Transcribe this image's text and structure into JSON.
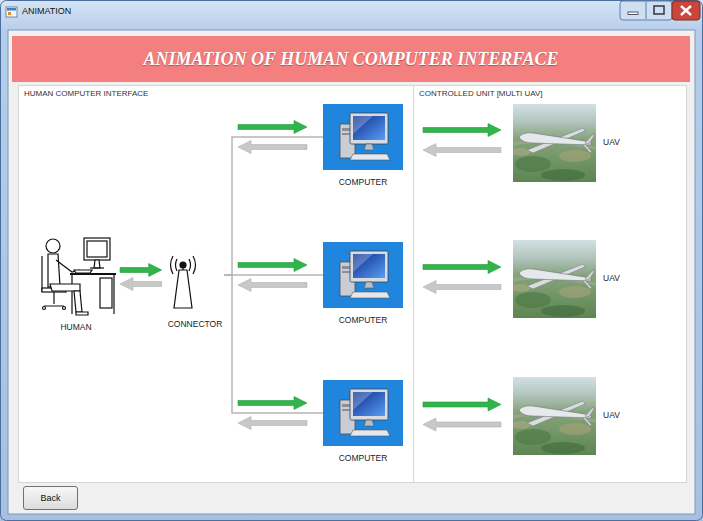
{
  "diagram": {
    "title": "ANIMATION OF HUMAN COMPUTER INTERFACE",
    "nodes": [
      {
        "text": [
          "HUMAN COMPUTER INTERFACE"
        ]
      },
      {
        "text": [
          "HUMAN"
        ],
        "in": 0
      },
      {
        "text": [
          "CONNECTOR"
        ],
        "in": 0
      },
      {
        "text": [
          "COMPUTER"
        ],
        "in": 0
      },
      {
        "text": [
          "COMPUTER"
        ],
        "in": 0
      },
      {
        "text": [
          "COMPUTER"
        ],
        "in": 0
      },
      {
        "text": [
          "CONTROLLED UNIT [MULTI UAV]"
        ]
      },
      {
        "text": [
          "UAV"
        ],
        "in": 6
      },
      {
        "text": [
          "UAV"
        ],
        "in": 6
      },
      {
        "text": [
          "UAV"
        ],
        "in": 6
      },
      {
        "text": [
          "Back"
        ]
      }
    ],
    "edges": [
      {
        "from": 1,
        "to": 2,
        "arrow": "both"
      },
      {
        "from": 2,
        "to": 3,
        "arrow": "both"
      },
      {
        "from": 2,
        "to": 4,
        "arrow": "both"
      },
      {
        "from": 2,
        "to": 5,
        "arrow": "both"
      },
      {
        "from": 3,
        "to": 7,
        "arrow": "both"
      },
      {
        "from": 4,
        "to": 8,
        "arrow": "both"
      },
      {
        "from": 5,
        "to": 9,
        "arrow": "both"
      }
    ],
    "labels": [
      "ANIMATION"
    ]
  }
}
